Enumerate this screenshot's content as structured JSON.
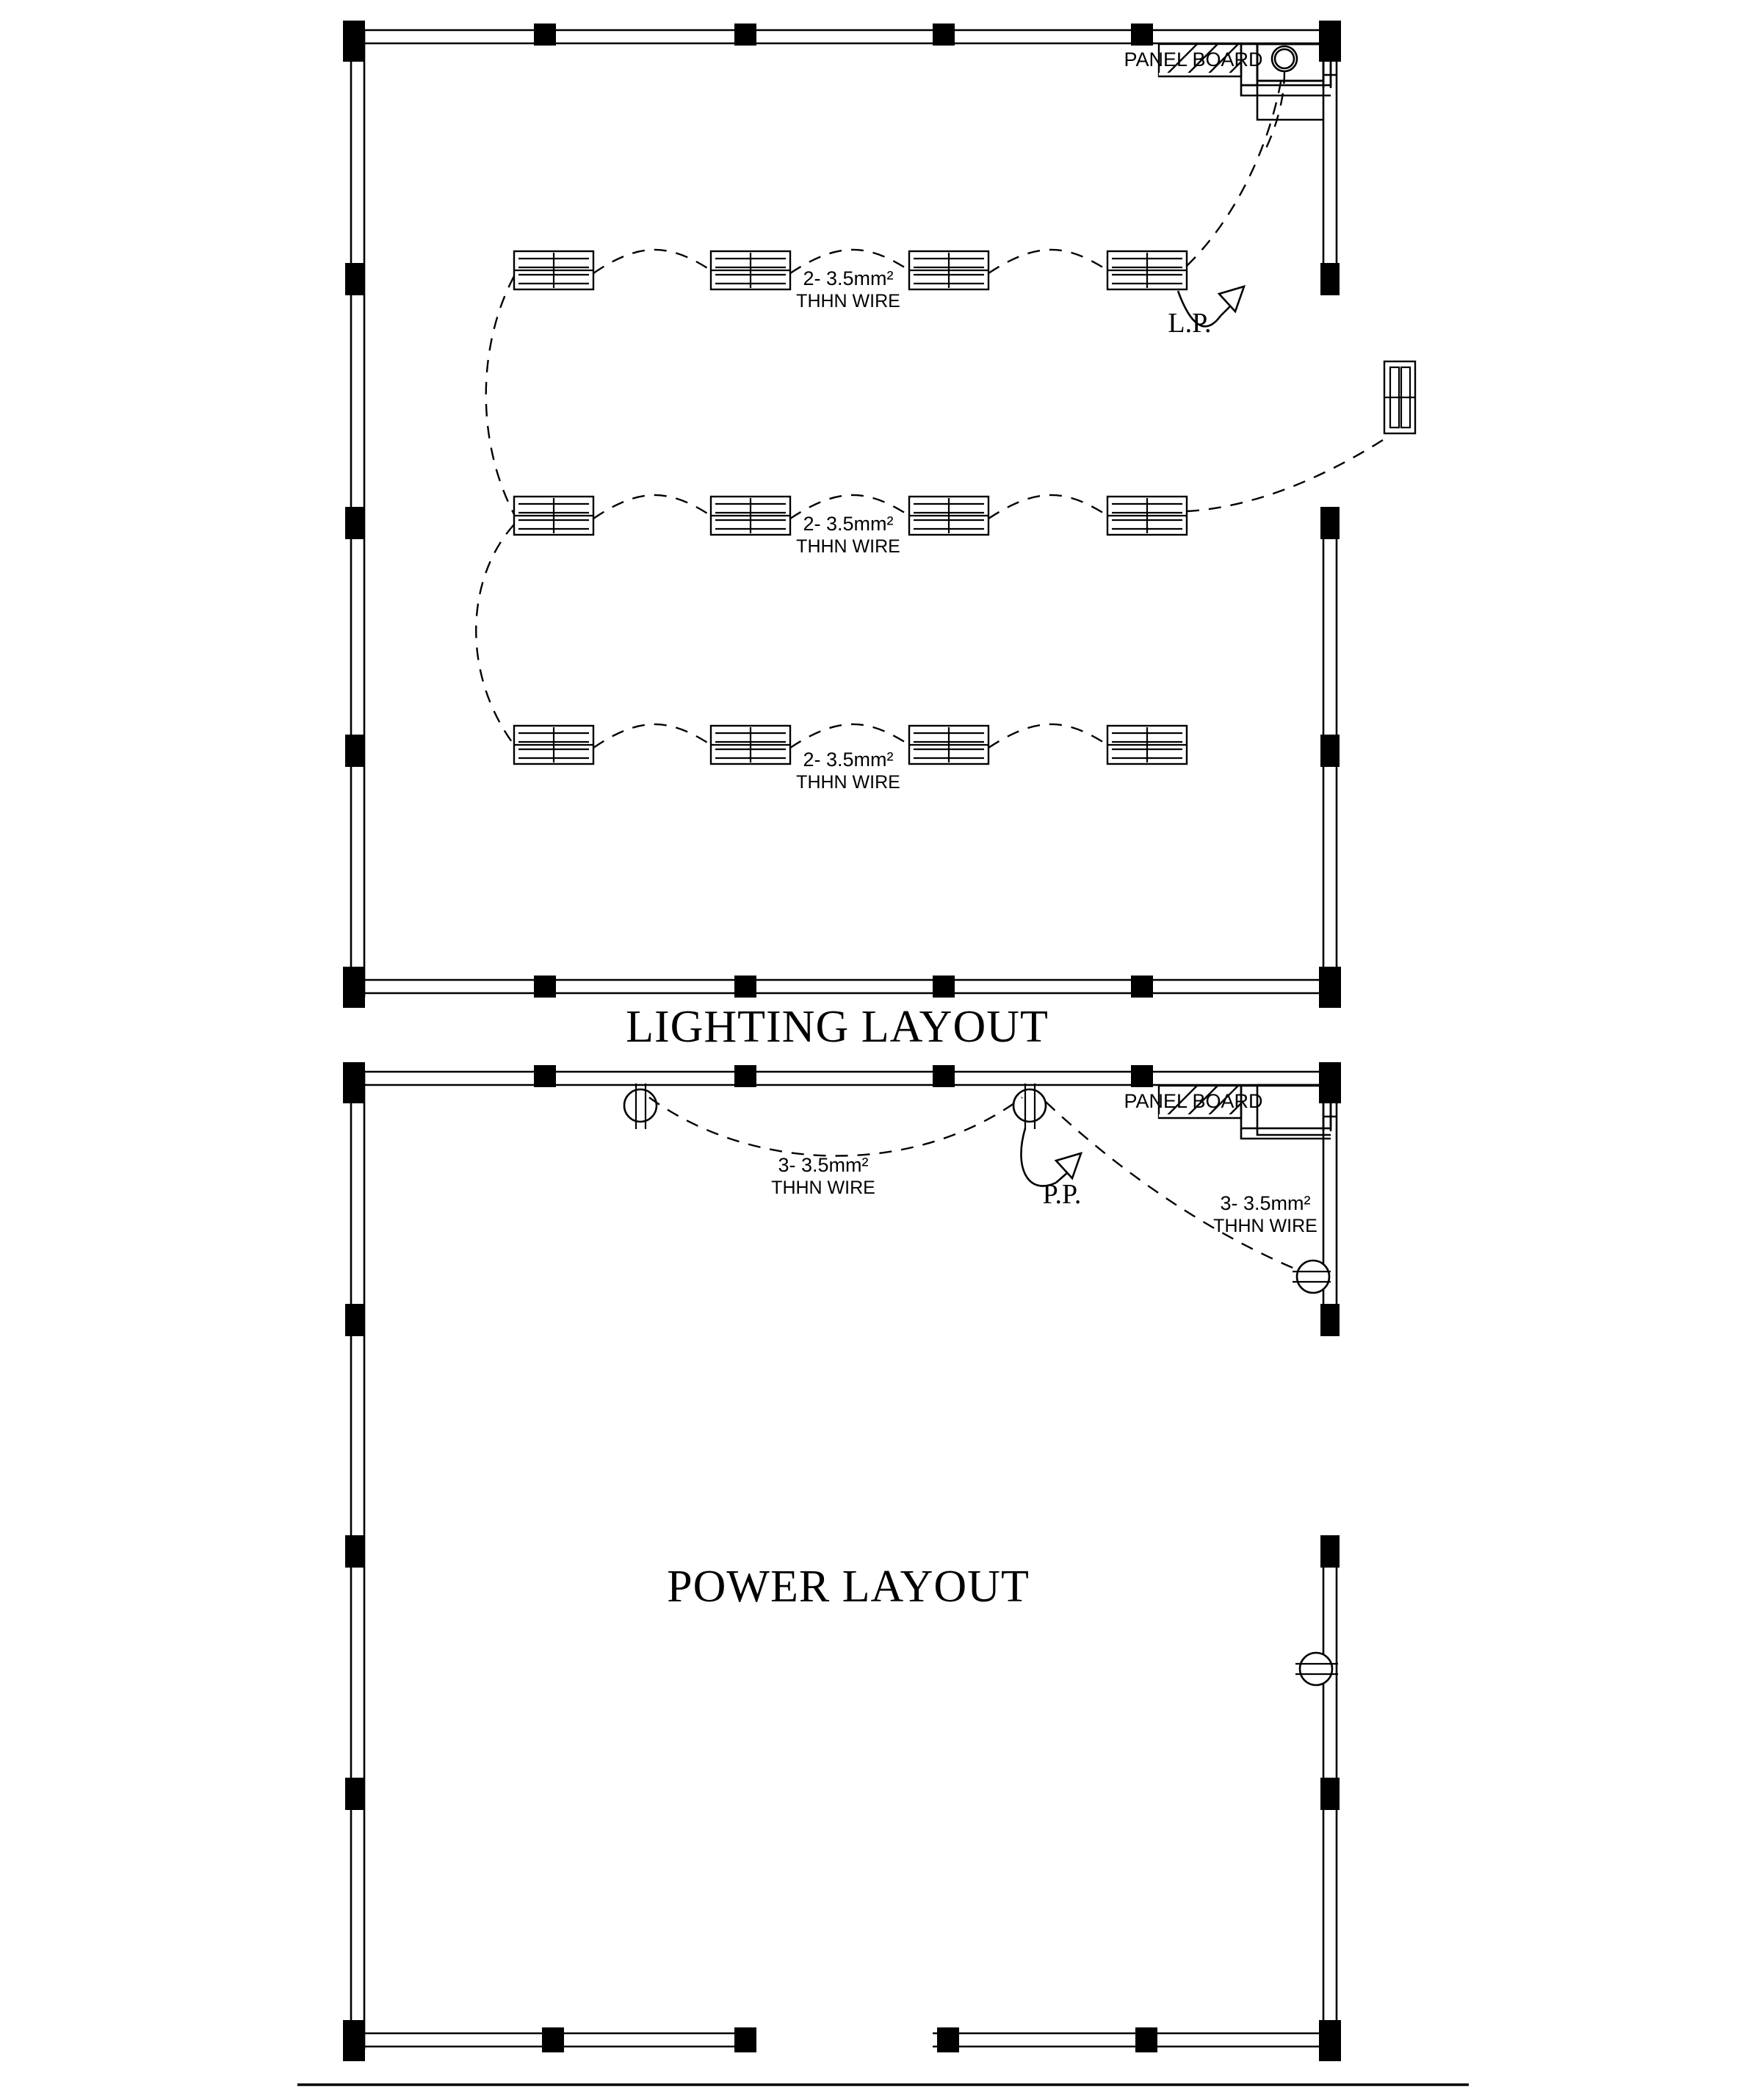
{
  "sheet": {
    "background": "#ffffff",
    "ink": "#000000"
  },
  "plans": [
    {
      "id": "lighting",
      "title": "LIGHTING LAYOUT",
      "panel_board_label": "PANEL BOARD",
      "panel_callout": "L.P.",
      "wire_labels": [
        {
          "line1": "2- 3.5mm²",
          "line2": "THHN WIRE"
        },
        {
          "line1": "2- 3.5mm²",
          "line2": "THHN WIRE"
        },
        {
          "line1": "2- 3.5mm²",
          "line2": "THHN WIRE"
        }
      ],
      "fixture_rows": 3,
      "fixtures_per_row": 4,
      "fixture_type": "recessed-fluorescent-2x4",
      "extra_fixtures": [
        {
          "name": "vertical-wall-fixture",
          "orientation": "vertical"
        },
        {
          "name": "utility-room-ceiling-light",
          "symbol": "double-circle"
        }
      ]
    },
    {
      "id": "power",
      "title": "POWER LAYOUT",
      "panel_board_label": "PANEL BOARD",
      "panel_callout": "P.P.",
      "wire_labels": [
        {
          "line1": "3- 3.5mm²",
          "line2": "THHN WIRE"
        },
        {
          "line1": "3- 3.5mm²",
          "line2": "THHN WIRE"
        }
      ],
      "outlets": [
        {
          "name": "convenience-outlet-top-left",
          "symbol": "duplex-outlet"
        },
        {
          "name": "convenience-outlet-top-center",
          "symbol": "duplex-outlet"
        },
        {
          "name": "convenience-outlet-right-upper",
          "symbol": "duplex-outlet"
        },
        {
          "name": "convenience-outlet-right-lower",
          "symbol": "duplex-outlet"
        }
      ]
    }
  ]
}
